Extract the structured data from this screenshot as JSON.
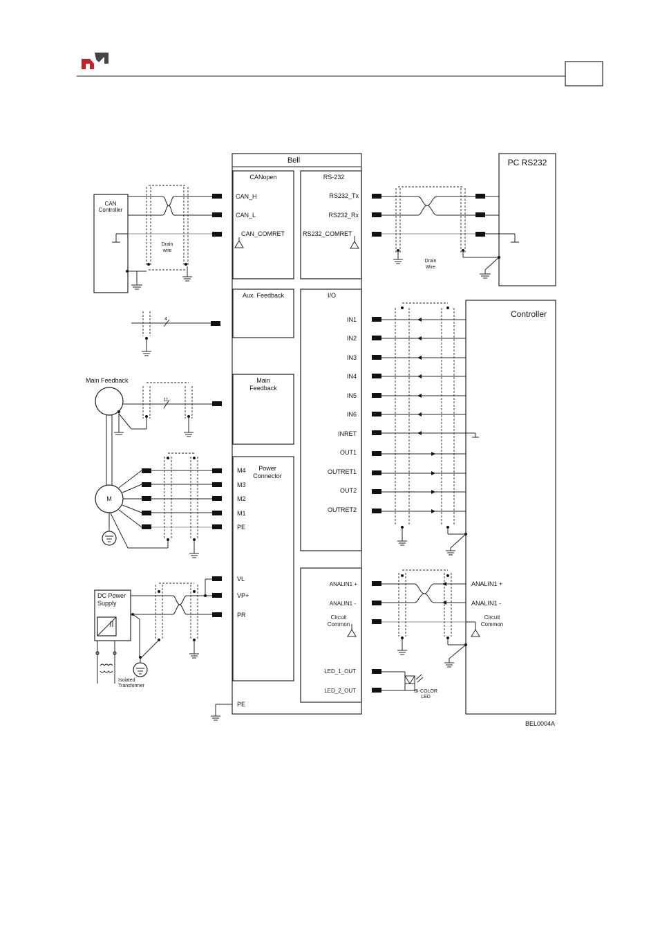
{
  "header": {
    "logo": "elmo-logo-icon",
    "page_number": ""
  },
  "labels": {
    "bell": "Bell",
    "canopen": "CANopen",
    "can_h": "CAN_H",
    "can_l": "CAN_L",
    "can_comret": "CAN_COMRET",
    "can_controller_1": "CAN",
    "can_controller_2": "Controller",
    "drain_wire_1": "Drain",
    "drain_wire_2": "wire",
    "rs232": "RS-232",
    "rs232_tx": "RS232_Tx",
    "rs232_rx": "RS232_Rx",
    "rs232_comret": "RS232_COMRET",
    "pc_rs232": "PC RS232",
    "drain_wire2_1": "Drain",
    "drain_wire2_2": "Wire",
    "aux_feedback": "Aux. Feedback",
    "aux_count": "4",
    "io": "I/O",
    "controller": "Controller",
    "in1": "IN1",
    "in2": "IN2",
    "in3": "IN3",
    "in4": "IN4",
    "in5": "IN5",
    "in6": "IN6",
    "inret": "INRET",
    "out1": "OUT1",
    "outret1": "OUTRET1",
    "out2": "OUT2",
    "outret2": "OUTRET2",
    "main_feedback_box_1": "Main",
    "main_feedback_box_2": "Feedback",
    "main_feedback": "Main Feedback",
    "main_count": "11",
    "motor": "M",
    "power_connector_1": "Power",
    "power_connector_2": "Connector",
    "m4": "M4",
    "m3": "M3",
    "m2": "M2",
    "m1": "M1",
    "pe": "PE",
    "vl": "VL",
    "vp": "VP+",
    "pr": "PR",
    "dc_power_1": "DC Power",
    "dc_power_2": "Supply",
    "isolated_1": "Isolated",
    "isolated_2": "Transformer",
    "analin1_p": "ANALIN1 +",
    "analin1_m": "ANALIN1 -",
    "circuit_1": "Circuit",
    "circuit_2": "Common",
    "analin1_p_r": "ANALIN1 +",
    "analin1_m_r": "ANALIN1 -",
    "circuit_r_1": "Circuit",
    "circuit_r_2": "Common",
    "led1": "LED_1_OUT",
    "led2": "LED_2_OUT",
    "bicolor_1": "BI-COLOR",
    "bicolor_2": "LED",
    "pe_bottom": "PE",
    "figure_id": "BEL0004A"
  }
}
